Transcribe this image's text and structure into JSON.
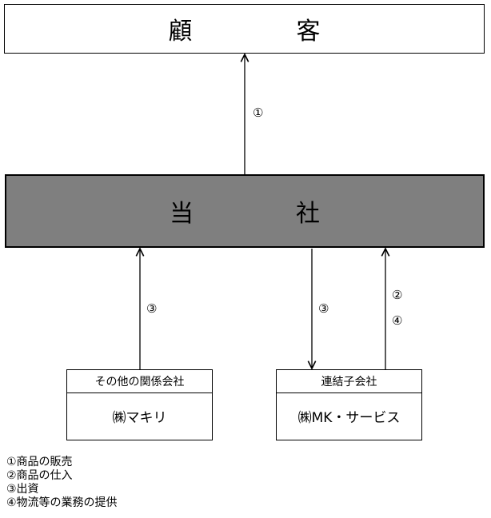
{
  "customer": {
    "left": "顧",
    "right": "客"
  },
  "company": {
    "left": "当",
    "right": "社"
  },
  "makiri": {
    "category": "その他の関係会社",
    "name": "㈱マキリ"
  },
  "mk_service": {
    "category": "連結子会社",
    "name": "㈱MK・サービス"
  },
  "flows": {
    "company_to_customer": "①",
    "makiri_to_company": "③",
    "company_to_mk": "③",
    "mk_to_company_1": "②",
    "mk_to_company_2": "④"
  },
  "legend": [
    "①商品の販売",
    "②商品の仕入",
    "③出資",
    "④物流等の業務の提供"
  ],
  "colors": {
    "company_fill": "#7f7f7f",
    "line": "#000000",
    "background": "#ffffff"
  }
}
